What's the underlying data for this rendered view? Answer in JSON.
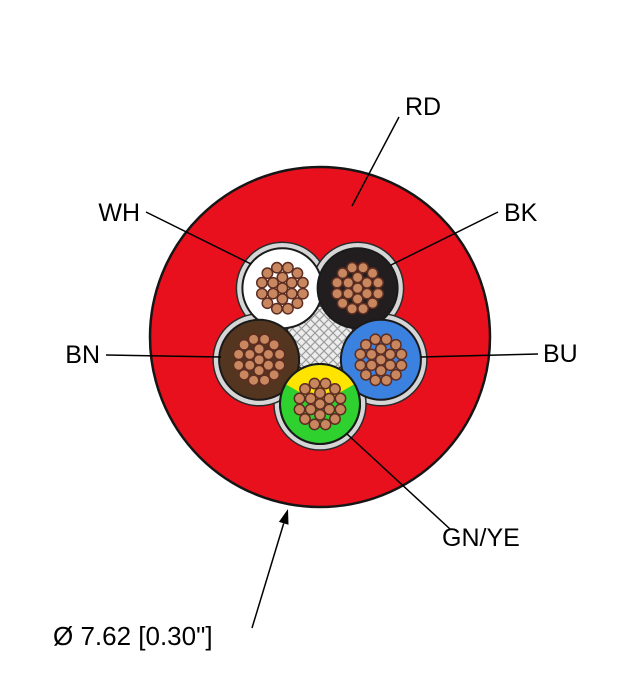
{
  "diagram": {
    "type": "cable-cross-section",
    "conductor_count": 5
  },
  "labels": {
    "rd": "RD",
    "wh": "WH",
    "bk": "BK",
    "bn": "BN",
    "bu": "BU",
    "gnye": "GN/YE"
  },
  "dimension": "Ø 7.62 [0.30\"]",
  "colors": {
    "jacket_red": "#e8101c",
    "filler_gray": "#d6d6d6",
    "insulation_white": "#ffffff",
    "insulation_black": "#221e1f",
    "insulation_brown": "#54351f",
    "insulation_blue": "#3b82e0",
    "insulation_green": "#2fd12f",
    "insulation_yellow": "#ffe400",
    "copper_fill": "#c8875e",
    "copper_stroke": "#5e2d22",
    "hatch_bg": "#ececec",
    "hatch_line": "#9c9c9c"
  }
}
